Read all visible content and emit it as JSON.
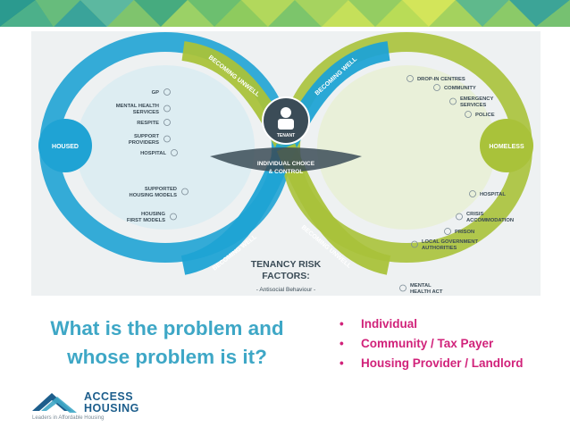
{
  "diagram": {
    "nodes": {
      "housed": "HOUSED",
      "homeless": "HOMELESS",
      "tenant": "TENANT",
      "center_line1": "INDIVIDUAL CHOICE",
      "center_line2": "& CONTROL"
    },
    "arcs": {
      "becoming_unwell_top": "BECOMING UNWELL",
      "becoming_well_top": "BECOMING WELL",
      "becoming_well_bottom": "BECOMING WELL",
      "becoming_unwell_bottom": "BECOMING UNWELL"
    },
    "left_items": [
      "GP",
      "MENTAL HEALTH|SERVICES",
      "RESPITE",
      "SUPPORT|PROVIDERS",
      "HOSPITAL",
      "SUPPORTED|HOUSING MODELS",
      "HOUSING|FIRST MODELS"
    ],
    "right_items": [
      "DROP-IN CENTRES",
      "COMMUNITY",
      "EMERGENCY|SERVICES",
      "POLICE",
      "HOSPITAL",
      "CRISIS|ACCOMMODATION",
      "PRISON",
      "LOCAL GOVERNMENT|AUTHORITIES",
      "MENTAL|HEALTH ACT"
    ],
    "tenancy_risk_line1": "TENANCY RISK",
    "tenancy_risk_line2": "FACTORS:",
    "tenancy_risk_item": "- Antisocial Behaviour -"
  },
  "headline": {
    "line1": "What is the problem and",
    "line2": "whose problem is it?"
  },
  "bullets": [
    "Individual",
    "Community / Tax Payer",
    "Housing Provider / Landlord"
  ],
  "logo": {
    "name_line1": "ACCESS",
    "name_line2": "HOUSING",
    "tagline": "Leaders in Affordable Housing"
  },
  "colors": {
    "blue": "#1fa3d4",
    "green": "#a9c23a",
    "headline": "#3ea7c6",
    "bullet": "#d1227a",
    "center": "#3b4c57"
  }
}
